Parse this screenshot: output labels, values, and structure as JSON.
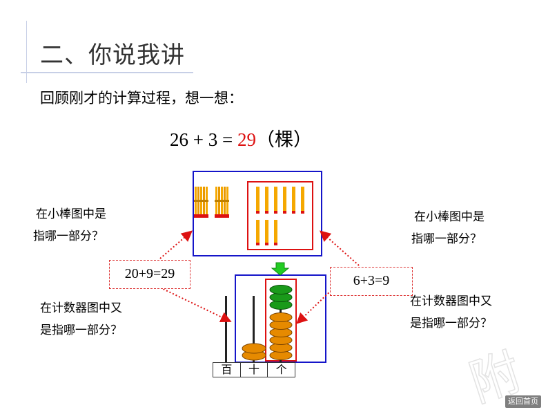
{
  "title": "二、你说我讲",
  "question": "回顾刚才的计算过程，想一想：",
  "equation": {
    "left": "26 + 3 = ",
    "answer": "29",
    "unit": "（棵）"
  },
  "callouts": {
    "left_top_1": "在小棒图中是",
    "left_top_2": "指哪一部分？",
    "right_top_1": "在小棒图中是",
    "right_top_2": "指哪一部分？",
    "left_bottom_1": "在计数器图中又",
    "left_bottom_2": "是指哪一部分？",
    "right_bottom_1": "在计数器图中又",
    "right_bottom_2": "是指哪一部分？"
  },
  "labels": {
    "left_box": "20+9=29",
    "right_box": "6+3=9"
  },
  "abacus": {
    "places": [
      "百",
      "十",
      "个"
    ],
    "hundreds_beads": 0,
    "tens_beads": 2,
    "ones_beads": 9,
    "ones_green": 3
  },
  "sticks": {
    "bundles": 2,
    "single_sticks": 9
  },
  "colors": {
    "blue": "#1515c9",
    "red": "#d11111",
    "bead_orange": "#e68a00",
    "bead_green": "#1a9a1a",
    "stick": "#f5a800"
  },
  "back_button": "返回首页"
}
